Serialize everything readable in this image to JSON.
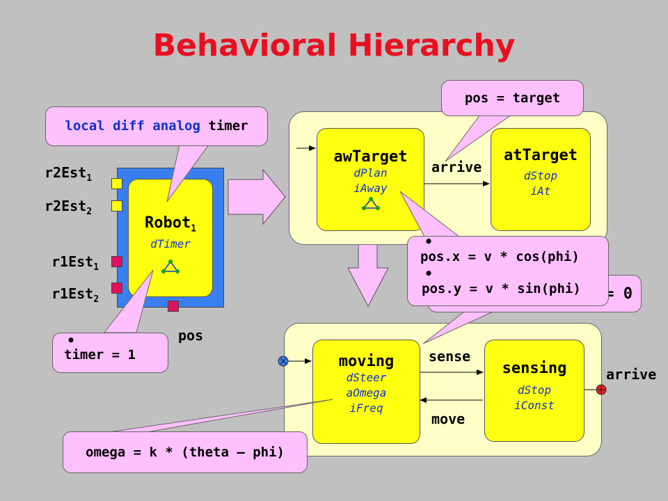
{
  "title": "Behavioral Hierarchy",
  "colors": {
    "background": "#c0c0c0",
    "title": "#e81020",
    "panel": "#ffffc8",
    "state": "#ffff10",
    "agent_frame": "#3a7ff0",
    "callout": "#ffc0ff",
    "attr_text": "#1030d0"
  },
  "agent": {
    "name": "Robot",
    "name_sub": "1",
    "attr": "dTimer",
    "inputs": [
      {
        "label": "r2Est",
        "sub": "1"
      },
      {
        "label": "r2Est",
        "sub": "2"
      },
      {
        "label": "r1Est",
        "sub": "1"
      },
      {
        "label": "r1Est",
        "sub": "2"
      }
    ],
    "output": "pos"
  },
  "callouts": {
    "timer_kind": {
      "word1": "local",
      "word2": "diff",
      "word3": "analog",
      "word4": "timer"
    },
    "timer_rate": "timer = 1",
    "pos_target": "pos = target",
    "pos_x": "pos.x = v * cos(phi)",
    "pos_y": "pos.y = v * sin(phi)",
    "hidden_tail": "= 0",
    "omega": "omega = k * (theta – phi)"
  },
  "top_mode": {
    "states": [
      {
        "name": "awTarget",
        "attrs": [
          "dPlan",
          "iAway"
        ]
      },
      {
        "name": "atTarget",
        "attrs": [
          "dStop",
          "iAt"
        ]
      }
    ],
    "transition": "arrive"
  },
  "bottom_mode": {
    "states": [
      {
        "name": "moving",
        "attrs": [
          "dSteer",
          "aOmega",
          "iFreq"
        ]
      },
      {
        "name": "sensing",
        "attrs": [
          "dStop",
          "iConst"
        ]
      }
    ],
    "transitions": {
      "forward": "sense",
      "back": "move",
      "exit": "arrive"
    }
  }
}
